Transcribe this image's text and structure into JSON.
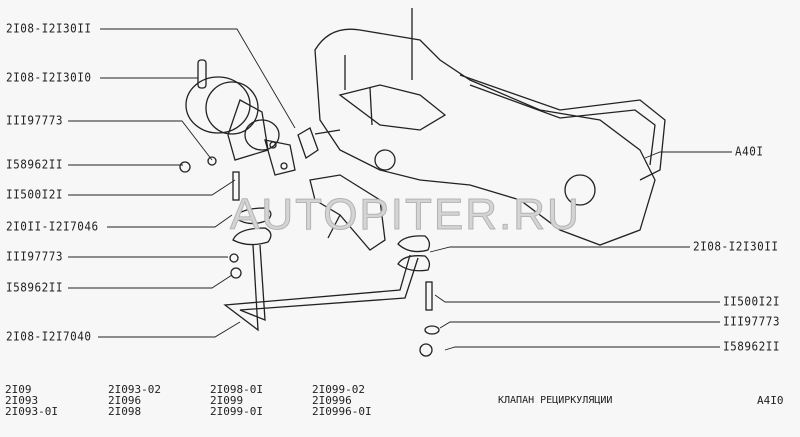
{
  "callouts_left": [
    "2I08-I2I30II",
    "2I08-I2I30I0",
    "III97773",
    "I58962II",
    "II500I2I",
    "2I0II-I2I7046",
    "III97773",
    "I58962II",
    "2I08-I2I7040"
  ],
  "callouts_right": [
    "A40I",
    "2I08-I2I30II",
    "II500I2I",
    "III97773",
    "I58962II"
  ],
  "watermark": "AUTOPITER.RU",
  "models": [
    [
      "2I09",
      "2I093",
      "2I093-0I"
    ],
    [
      "2I093-02",
      "2I096",
      "2I098"
    ],
    [
      "2I098-0I",
      "2I099",
      "2I099-0I"
    ],
    [
      "2I099-02",
      "2I0996",
      "2I0996-0I"
    ]
  ],
  "title": "КЛАПАН РЕЦИРКУЛЯЦИИ",
  "code": "A4I0"
}
